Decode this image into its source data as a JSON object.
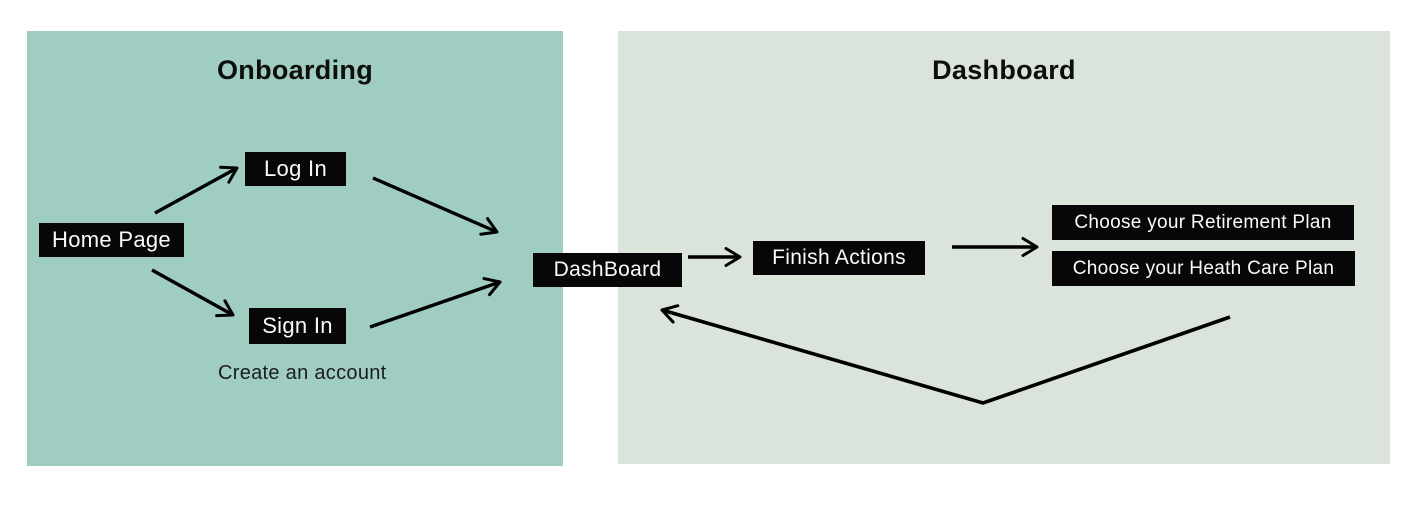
{
  "diagram": {
    "panels": [
      {
        "id": "onboarding",
        "title": "Onboarding",
        "bg": "#9fcdc2"
      },
      {
        "id": "dashboard",
        "title": "Dashboard",
        "bg": "#dbe4db"
      }
    ],
    "nodes": [
      {
        "id": "home-page",
        "label": "Home Page"
      },
      {
        "id": "log-in",
        "label": "Log In"
      },
      {
        "id": "sign-in",
        "label": "Sign In"
      },
      {
        "id": "dashboard-node",
        "label": "DashBoard"
      },
      {
        "id": "finish-actions",
        "label": "Finish Actions"
      },
      {
        "id": "retirement-plan",
        "label": "Choose your Retirement Plan"
      },
      {
        "id": "heath-care-plan",
        "label": "Choose your Heath Care Plan"
      }
    ],
    "notes": [
      {
        "id": "create-account",
        "text": "Create an account"
      }
    ],
    "edges": [
      {
        "from": "home-page",
        "to": "log-in"
      },
      {
        "from": "home-page",
        "to": "sign-in"
      },
      {
        "from": "log-in",
        "to": "dashboard-node"
      },
      {
        "from": "sign-in",
        "to": "dashboard-node"
      },
      {
        "from": "dashboard-node",
        "to": "finish-actions"
      },
      {
        "from": "finish-actions",
        "to": "plans"
      },
      {
        "from": "heath-care-plan",
        "to": "dashboard-node",
        "type": "return"
      }
    ],
    "colors": {
      "onboarding_bg": "#9fcdc2",
      "dashboard_bg": "#dbe4db",
      "node_bg": "#070707",
      "node_text": "#fafafa",
      "arrow": "#000000"
    }
  }
}
